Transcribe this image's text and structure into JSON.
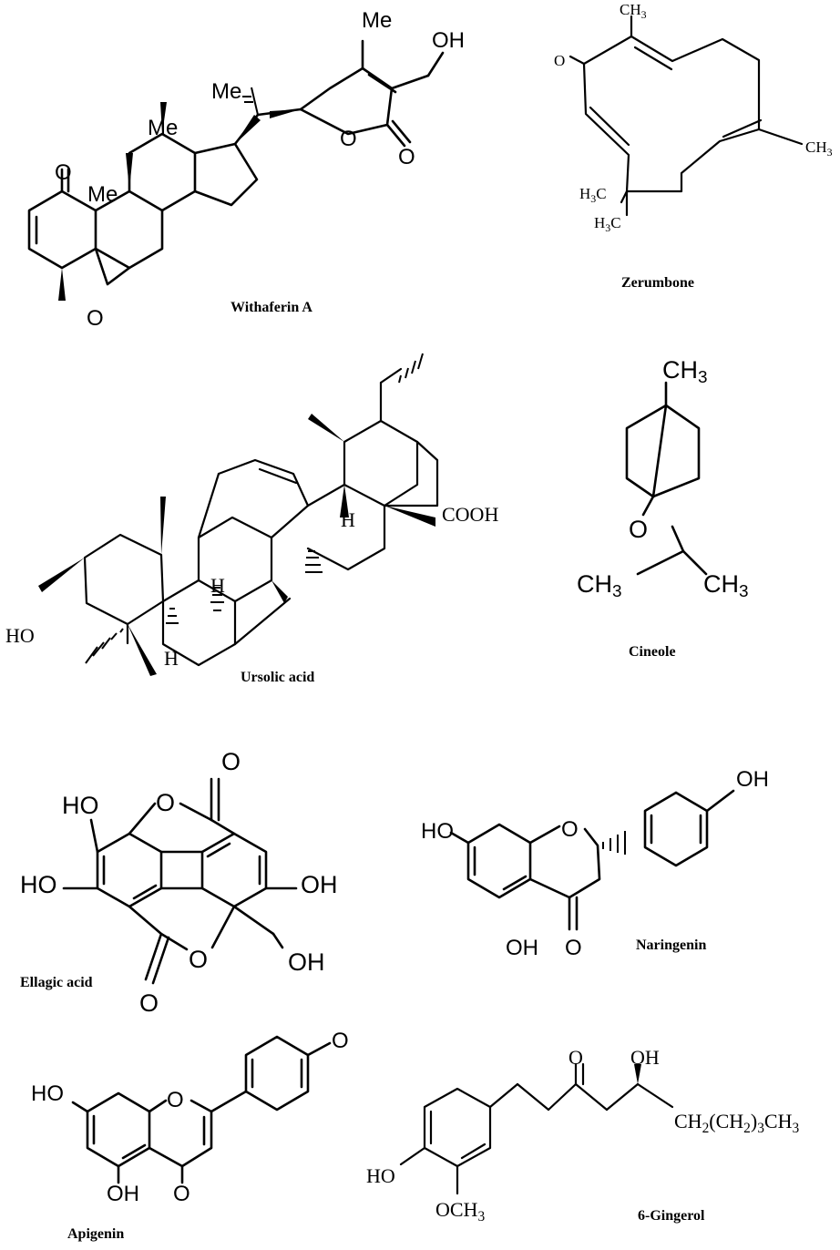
{
  "compounds": [
    {
      "name": "Withaferin A",
      "atoms": {
        "me_top": "Me",
        "oh": "OH",
        "me_side": "Me",
        "me_c13": "Me",
        "ketone_o": "O",
        "me_c10": "Me",
        "lactone_ring_o": "O",
        "lactone_carbonyl_o": "O",
        "epoxide_o": "O"
      }
    },
    {
      "name": "Zerumbone",
      "atoms": {
        "ch3_top": "CH",
        "ch3_top_sub": "3",
        "ketone_o": "O",
        "ch3_right": "CH",
        "ch3_right_sub": "3",
        "h3c_1": "H",
        "h3c_1_sub": "3",
        "h3c_1_c": "C",
        "h3c_2": "H",
        "h3c_2_sub": "3",
        "h3c_2_c": "C"
      }
    },
    {
      "name": "Ursolic acid",
      "atoms": {
        "cooh": "COOH",
        "ho": "HO",
        "h_1": "H",
        "h_2": "H",
        "h_3": "H"
      }
    },
    {
      "name": "Cineole",
      "atoms": {
        "ch3_top": "CH",
        "ch3_top_sub": "3",
        "o": "O",
        "ch3_left": "CH",
        "ch3_left_sub": "3",
        "ch3_right": "CH",
        "ch3_right_sub": "3"
      }
    },
    {
      "name": "Ellagic acid",
      "atoms": {
        "o_top_carbonyl": "O",
        "o_top_ring": "O",
        "ho_top": "HO",
        "ho_left": "HO",
        "oh_right": "OH",
        "oh_bottom": "OH",
        "o_bottom_ring": "O",
        "o_bottom_carbonyl": "O"
      }
    },
    {
      "name": "Naringenin",
      "atoms": {
        "oh_top": "OH",
        "ho_left": "HO",
        "o_ring": "O",
        "oh_bottom": "OH",
        "o_carbonyl": "O"
      }
    },
    {
      "name": "Apigenin",
      "atoms": {
        "o_para": "O",
        "ho_left": "HO",
        "o_ring": "O",
        "oh_bottom": "OH",
        "o_carbonyl": "O"
      }
    },
    {
      "name": "6-Gingerol",
      "atoms": {
        "o_ketone": "O",
        "oh": "OH",
        "chain_a": "CH",
        "chain_a_sub": "2",
        "chain_b": "(CH",
        "chain_b_sub": "2",
        "chain_c": ")",
        "chain_c_sub": "3",
        "chain_d": "CH",
        "chain_d_sub": "3",
        "ho": "HO",
        "och3": "OCH",
        "och3_sub": "3"
      }
    }
  ]
}
